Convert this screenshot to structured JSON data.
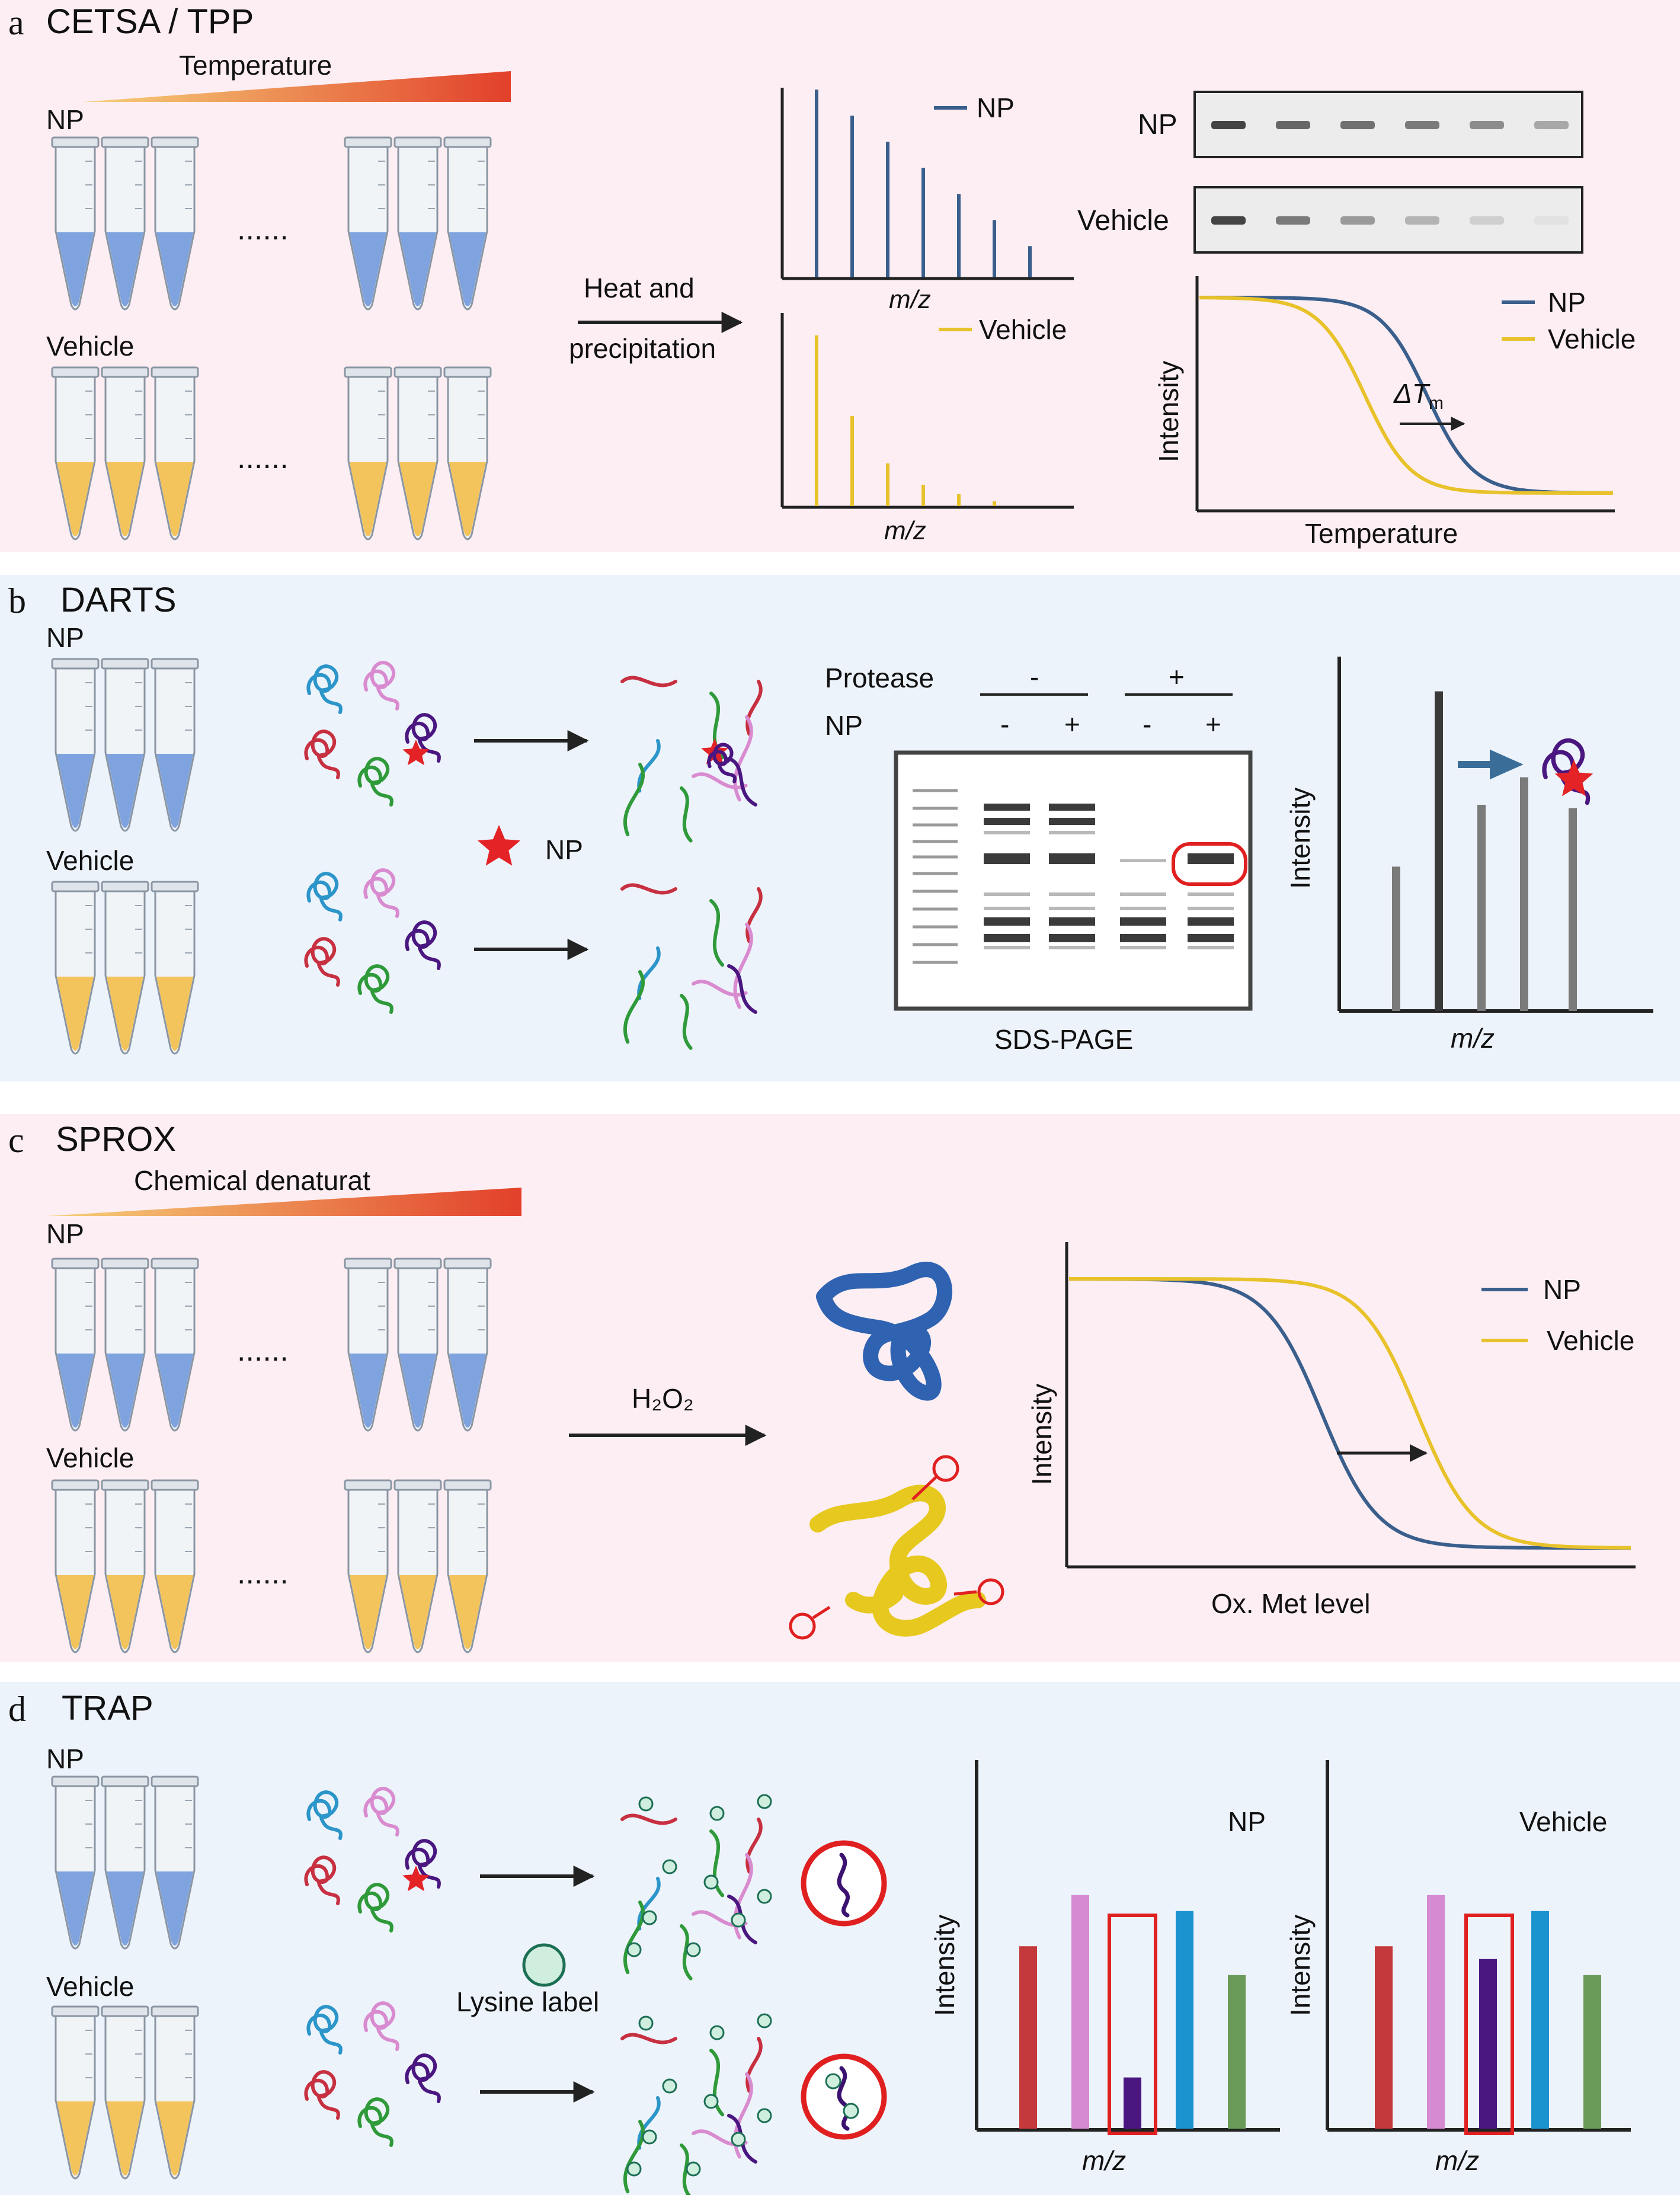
{
  "panels": {
    "a": {
      "letter": "a",
      "title": "CETSA / TPP",
      "gradient_label": "Temperature",
      "np_label": "NP",
      "vehicle_label": "Vehicle",
      "ellipsis": "......",
      "arrow_text_1": "Heat and",
      "arrow_text_2": "precipitation",
      "spectrum_np_legend": "NP",
      "spectrum_vehicle_legend": "Vehicle",
      "axis_mz": "m/z",
      "blot_np": "NP",
      "blot_vehicle": "Vehicle",
      "curve_legend_np": "NP",
      "curve_legend_vehicle": "Vehicle",
      "curve_ylabel": "Intensity",
      "curve_xlabel": "Temperature",
      "delta_tm": "ΔT",
      "delta_tm_sub": "m"
    },
    "b": {
      "letter": "b",
      "title": "DARTS",
      "np_label": "NP",
      "vehicle_label": "Vehicle",
      "star_legend": "NP",
      "protease_label": "Protease",
      "np_row_label": "NP",
      "protease_minus": "-",
      "protease_plus": "+",
      "lane_signs": [
        "-",
        "+",
        "-",
        "+"
      ],
      "gel_caption": "SDS-PAGE",
      "ylabel": "Intensity",
      "xlabel": "m/z"
    },
    "c": {
      "letter": "c",
      "title": "SPROX",
      "gradient_label": "Chemical denaturat",
      "np_label": "NP",
      "vehicle_label": "Vehicle",
      "ellipsis": "......",
      "reagent": "H₂O₂",
      "legend_np": "NP",
      "legend_vehicle": "Vehicle",
      "ylabel": "Intensity",
      "xlabel": "Ox. Met level"
    },
    "d": {
      "letter": "d",
      "title": "TRAP",
      "np_label": "NP",
      "vehicle_label": "Vehicle",
      "lysine_label": "Lysine label",
      "chart_np_title": "NP",
      "chart_vehicle_title": "Vehicle",
      "ylabel": "Intensity",
      "xlabel": "m/z"
    }
  },
  "colors": {
    "np": "#3a5f8c",
    "vehicle": "#e8c22a",
    "panel_pink": "#fdeef3",
    "panel_blue": "#edf3fb",
    "highlight_red": "#e02020",
    "gradient_start": "#f6d27a",
    "gradient_end": "#e2402a"
  },
  "chart_data": [
    {
      "type": "bar",
      "panel": "a",
      "series": [
        {
          "name": "NP",
          "values": [
            7.2,
            6.2,
            5.2,
            4.2,
            3.2,
            2.2,
            1.2
          ]
        }
      ],
      "xlabel": "m/z",
      "ylabel": ""
    },
    {
      "type": "bar",
      "panel": "a",
      "series": [
        {
          "name": "Vehicle",
          "values": [
            7.2,
            3.8,
            1.8,
            0.9,
            0.5,
            0.2
          ]
        }
      ],
      "xlabel": "m/z",
      "ylabel": ""
    },
    {
      "type": "line",
      "panel": "a",
      "series": [
        {
          "name": "NP",
          "midpoint": 0.55
        },
        {
          "name": "Vehicle",
          "midpoint": 0.4
        }
      ],
      "xlabel": "Temperature",
      "ylabel": "Intensity"
    },
    {
      "type": "bar",
      "panel": "b",
      "values": [
        0.42,
        0.93,
        0.6,
        0.68,
        0.59
      ],
      "xlabel": "m/z",
      "ylabel": "Intensity"
    },
    {
      "type": "line",
      "panel": "c",
      "series": [
        {
          "name": "NP",
          "midpoint": 0.45
        },
        {
          "name": "Vehicle",
          "midpoint": 0.62
        }
      ],
      "xlabel": "Ox. Met level",
      "ylabel": "Intensity"
    },
    {
      "type": "bar",
      "panel": "d",
      "title": "NP",
      "values": [
        0.57,
        0.73,
        0.16,
        0.68,
        0.48
      ],
      "colors": [
        "#c4393b",
        "#d58ad2",
        "#4a1680",
        "#1a93cf",
        "#6a9a58"
      ],
      "xlabel": "m/z",
      "ylabel": "Intensity"
    },
    {
      "type": "bar",
      "panel": "d",
      "title": "Vehicle",
      "values": [
        0.57,
        0.73,
        0.53,
        0.68,
        0.48
      ],
      "colors": [
        "#c4393b",
        "#d58ad2",
        "#4a1680",
        "#1a93cf",
        "#6a9a58"
      ],
      "xlabel": "m/z",
      "ylabel": "Intensity"
    }
  ]
}
